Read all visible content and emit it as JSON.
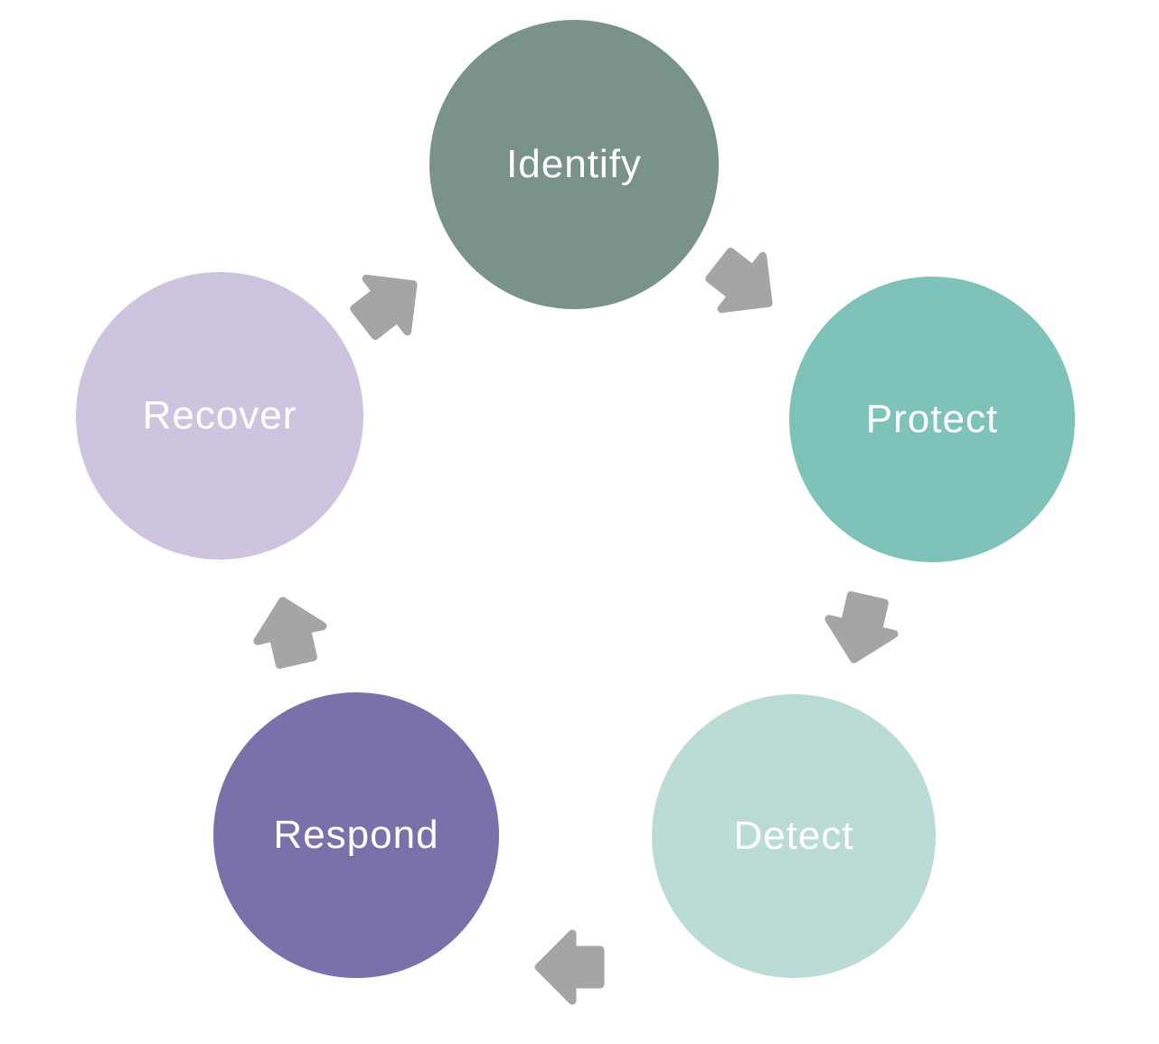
{
  "diagram": {
    "type": "cycle",
    "background": "#ffffff",
    "arrow_color": "#a5a5a5"
  },
  "stages": [
    {
      "id": "identify",
      "label": "Identify",
      "color": "#7a928c",
      "text_color": "#ffffff",
      "position": "top"
    },
    {
      "id": "protect",
      "label": "Protect",
      "color": "#7fc2ba",
      "text_color": "#ffffff",
      "position": "right"
    },
    {
      "id": "detect",
      "label": "Detect",
      "color": "#bbdbd7",
      "text_color": "#ffffff",
      "position": "bottom-right"
    },
    {
      "id": "respond",
      "label": "Respond",
      "color": "#7c70ab",
      "text_color": "#ffffff",
      "position": "bottom-left"
    },
    {
      "id": "recover",
      "label": "Recover",
      "color": "#cec4df",
      "text_color": "#ffffff",
      "position": "left"
    }
  ],
  "arrows": [
    {
      "from": "recover",
      "to": "identify",
      "direction": "up-right"
    },
    {
      "from": "identify",
      "to": "protect",
      "direction": "down-right"
    },
    {
      "from": "protect",
      "to": "detect",
      "direction": "down"
    },
    {
      "from": "detect",
      "to": "respond",
      "direction": "left"
    },
    {
      "from": "respond",
      "to": "recover",
      "direction": "up"
    }
  ]
}
